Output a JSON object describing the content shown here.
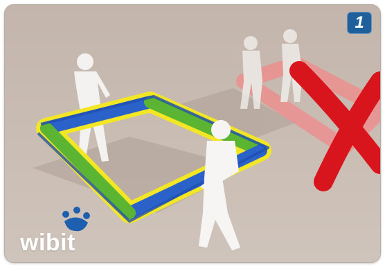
{
  "step": {
    "number": "1"
  },
  "logo": {
    "text": "wibit"
  },
  "colors": {
    "background": "#c9bdb4",
    "frame_blue": "#2a62c9",
    "frame_green": "#5bb532",
    "frame_yellow": "#f2e625",
    "cross_red": "#d8141c",
    "wrong_frame_pink": "#f08080",
    "badge_blue": "#1f5f9c",
    "logo_blue": "#1f5fb0"
  },
  "icons": [
    "correct-carry-illustration",
    "wrong-carry-illustration",
    "red-cross-icon",
    "wibit-logo"
  ]
}
